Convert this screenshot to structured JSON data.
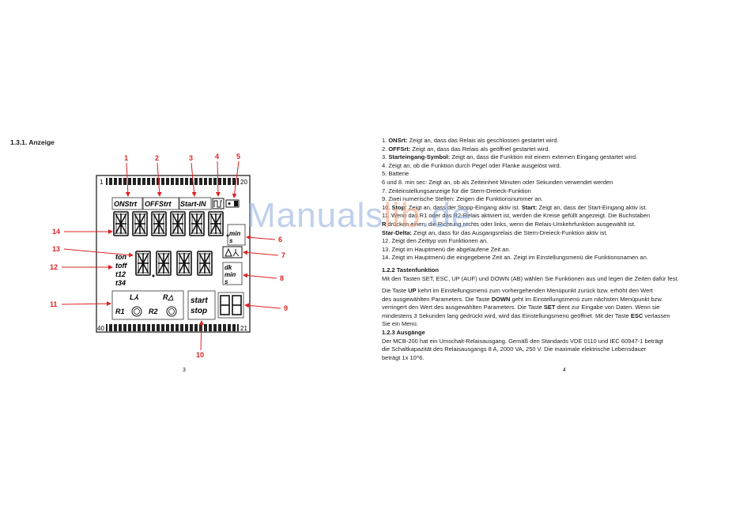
{
  "left_page": {
    "section_title": "1.3.1. Anzeige",
    "page_number": "3",
    "lcd": {
      "corner_labels": {
        "top_left": "1",
        "top_right": "20",
        "bottom_left": "40",
        "bottom_right": "21"
      },
      "indicator_labels": {
        "onstrt": "ONStrt",
        "offstrt": "OFFStrt",
        "start_in": "Start-IN"
      },
      "time_types": [
        "ton",
        "toff",
        "t12",
        "t34"
      ],
      "unit_top": [
        "min",
        "s"
      ],
      "unit_bottom": [
        "dk",
        "min",
        "s"
      ],
      "relay_labels": {
        "l_star": "L⅄",
        "r_delta": "R△",
        "r1": "R1",
        "r2": "R2"
      },
      "start_stop": [
        "start",
        "stop"
      ],
      "callout_numbers": [
        "1",
        "2",
        "3",
        "4",
        "5",
        "6",
        "7",
        "8",
        "9",
        "10",
        "11",
        "12",
        "13",
        "14"
      ]
    }
  },
  "right_page": {
    "page_number": "4",
    "items": [
      {
        "num": "1. ",
        "bold": "ONSrt:",
        "text": " Zeigt an, dass das Relais als geschlossen gestartet wird."
      },
      {
        "num": "2. ",
        "bold": "OFFSrt:",
        "text": " Zeigt an, dass das Relais als geöffnet gestartet wird."
      },
      {
        "num": "3. ",
        "bold": "Starteingang-Symbol:",
        "text": " Zeigt an, dass die Funktion mit einem externen Eingang gestartet wird."
      },
      {
        "num": "",
        "bold": "",
        "text": "4. Zeigt an, ob die Funktion durch Pegel oder Flanke ausgelöst wird."
      },
      {
        "num": "",
        "bold": "",
        "text": "5. Batterie"
      },
      {
        "num": "",
        "bold": "",
        "text": "6 und 8. min sec: Zeigt an, ob als Zeiteinheit Minuten oder Sekunden verwendet werden"
      },
      {
        "num": "",
        "bold": "",
        "text": "7. Zeiteinstellungsanzeige für die Stern-Dreieck-Funktion"
      },
      {
        "num": "",
        "bold": "",
        "text": "9. Zwei numerische Stellen: Zeigen die Funktionsnummer an."
      }
    ],
    "item10": {
      "num": "10. ",
      "bold1": "Stop:",
      "text1": " Zeigt an, dass der Stopp-Eingang aktiv ist. ",
      "bold2": "Start:",
      "text2": " Zeigt an, dass der Start-Eingang aktiv ist."
    },
    "item11_line1": "11. Wenn das R1 oder das R2-Relais aktiviert ist, werden die Kreise gefüllt angezeigt. Die Buchstaben",
    "item11_line2": {
      "bold": "R",
      "text": " drücken einen, die Richtung rechts oder links, wenn die Relais-Umkehrfunktion ausgewählt ist."
    },
    "item11_line3": {
      "bold": "Star-Delta:",
      "text": " Zeigt an, dass für das Ausgangsrelais die Stern-Dreieck-Funktion aktiv ist."
    },
    "items_after": [
      "12. Zeigt den Zeittyp von Funktionen an.",
      "13. Zeigt im Hauptmenü die abgelaufene Zeit an.",
      "14. Zeigt im Hauptmenü die eingegebene Zeit an. Zeigt im Einstellungsmenü die Funktionsnamen an."
    ],
    "tasten_title": "1.2.2 Tastenfunktion",
    "tasten_intro": "Mit den Tasten SET, ESC, UP (AUF) und DOWN (AB) wählen Sie Funktionen aus und legen die Zeiten dafür fest.",
    "tasten_p1": {
      "t1": "Die Taste ",
      "b1": "UP",
      "t2": " kehrt im Einstellungsmenü zum vorhergehenden Menüpunkt zurück bzw. erhöht den Wert"
    },
    "tasten_p2": {
      "t1": "des ausgewählten Parameters. Die Taste ",
      "b1": "DOWN",
      "t2": " geht im Einstellungsmenü zum nächsten Menüpunkt bzw."
    },
    "tasten_p3": {
      "t1": "verringert den Wert des ausgewählten Parameters. Die Taste ",
      "b1": "SET",
      "t2": " dient zur Eingabe von Daten. Wenn sie"
    },
    "tasten_p4": {
      "t1": "mindestens 3 Sekunden lang gedrückt wird, wird das Einstellungsmenü geöffnet. Mit der Taste ",
      "b1": "ESC",
      "t2": " verlassen"
    },
    "tasten_p5": "Sie ein Menü.",
    "ausg_title": "1.2.3 Ausgänge",
    "ausg_lines": [
      "Der MCB-200 hat ein Umschalt-Relaisausgang. Gemäß den Standards VDE 0110 und IEC 60947-1 beträgt",
      "die Schaltkapazität des Relaisausgangs 8 A, 2000 VA, 250 V. Die maximale elektrische Lebensdauer",
      "beträgt 1x 10^6."
    ],
    "watermark": {
      "part1": "Manuals",
      "dot": "lib",
      "part2": ".de"
    }
  }
}
